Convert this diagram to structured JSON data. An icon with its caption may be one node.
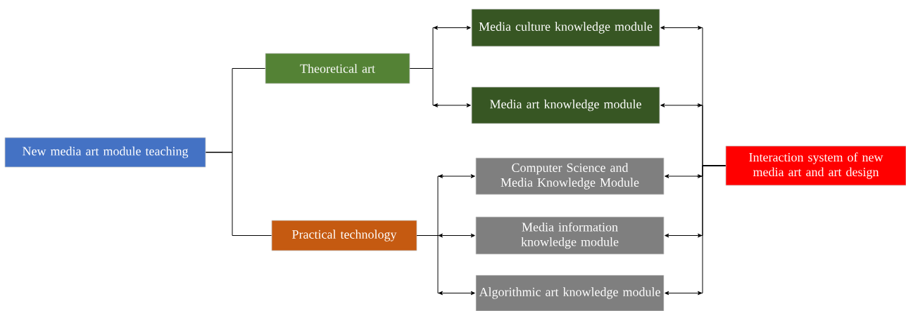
{
  "diagram": {
    "nodes": [
      {
        "text": [
          "New media art module teaching"
        ]
      },
      {
        "text": [
          "Theoretical art"
        ]
      },
      {
        "text": [
          "Practical technology"
        ]
      },
      {
        "text": [
          "Media culture knowledge module"
        ]
      },
      {
        "text": [
          "Media art knowledge module"
        ]
      },
      {
        "text": [
          "Computer Science and Media Knowledge Module"
        ]
      },
      {
        "text": [
          "Media information knowledge module"
        ]
      },
      {
        "text": [
          "Algorithmic art knowledge module"
        ]
      },
      {
        "text": [
          "Interaction system of new media art and art design"
        ]
      }
    ],
    "edges": [
      {
        "from": 0,
        "to": 1,
        "arrow": "none"
      },
      {
        "from": 0,
        "to": 2,
        "arrow": "none"
      },
      {
        "from": 1,
        "to": 3,
        "arrow": "to"
      },
      {
        "from": 1,
        "to": 4,
        "arrow": "to"
      },
      {
        "from": 2,
        "to": 5,
        "arrow": "to"
      },
      {
        "from": 2,
        "to": 6,
        "arrow": "to"
      },
      {
        "from": 2,
        "to": 7,
        "arrow": "to"
      },
      {
        "from": 8,
        "to": 3,
        "arrow": "to"
      },
      {
        "from": 8,
        "to": 4,
        "arrow": "to"
      },
      {
        "from": 8,
        "to": 5,
        "arrow": "to"
      },
      {
        "from": 8,
        "to": 6,
        "arrow": "to"
      },
      {
        "from": 8,
        "to": 7,
        "arrow": "to"
      }
    ]
  }
}
